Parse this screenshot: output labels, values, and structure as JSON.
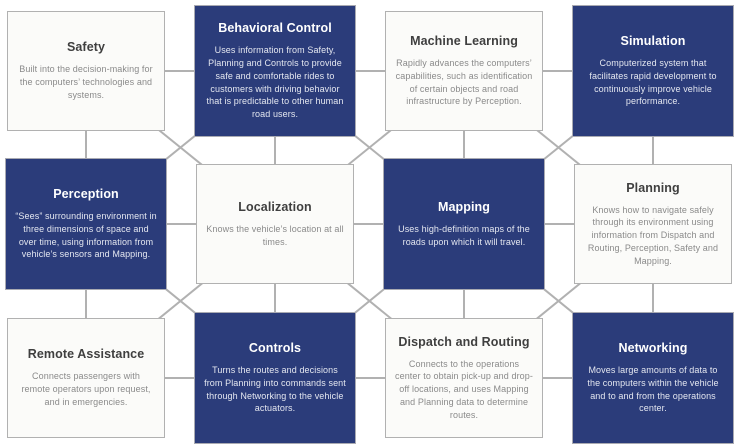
{
  "colors": {
    "accent_blue": "#2b3c7a",
    "box_white_bg": "#fbfbf9",
    "line_gray": "#b1b1b1",
    "heading_dark": "#3f3f3f",
    "body_gray": "#8a8a8a",
    "blue_body_text": "#e4e7f0"
  },
  "diagram": {
    "boxes": [
      {
        "id": "safety",
        "variant": "white",
        "title": "Safety",
        "body": "Built into the decision-making for the computers’ technologies and systems."
      },
      {
        "id": "behavioral-control",
        "variant": "blue",
        "title": "Behavioral Control",
        "body": "Uses information from Safety, Planning and Controls to provide safe and comfortable rides to customers with driving behavior that is predictable to other human road users."
      },
      {
        "id": "machine-learning",
        "variant": "white",
        "title": "Machine Learning",
        "body": "Rapidly advances the computers’ capabilities, such as identification of certain objects and road infrastructure by Perception."
      },
      {
        "id": "simulation",
        "variant": "blue",
        "title": "Simulation",
        "body": "Computerized system that facilitates rapid development to continuously improve vehicle performance."
      },
      {
        "id": "perception",
        "variant": "blue",
        "title": "Perception",
        "body": "“Sees” surrounding environment in three dimensions of space and over time, using information from vehicle’s sensors and Mapping."
      },
      {
        "id": "localization",
        "variant": "white",
        "title": "Localization",
        "body": "Knows the vehicle’s location at all times."
      },
      {
        "id": "mapping",
        "variant": "blue",
        "title": "Mapping",
        "body": "Uses high-definition maps of the roads upon which it will travel."
      },
      {
        "id": "planning",
        "variant": "white",
        "title": "Planning",
        "body": "Knows how to navigate safely through its environment using information from Dispatch and Routing, Perception, Safety and Mapping."
      },
      {
        "id": "remote-assistance",
        "variant": "white",
        "title": "Remote Assistance",
        "body": "Connects passengers with remote operators upon request, and in emergencies."
      },
      {
        "id": "controls",
        "variant": "blue",
        "title": "Controls",
        "body": "Turns the routes and decisions from Planning into commands sent through Networking to the vehicle actuators."
      },
      {
        "id": "dispatch-and-routing",
        "variant": "white",
        "title": "Dispatch and Routing",
        "body": "Connects to the operations center to obtain pick-up and drop-off locations, and uses Mapping and Planning data to determine routes."
      },
      {
        "id": "networking",
        "variant": "blue",
        "title": "Networking",
        "body": "Moves large amounts of data to the computers within the vehicle and to and from the operations center."
      }
    ]
  }
}
